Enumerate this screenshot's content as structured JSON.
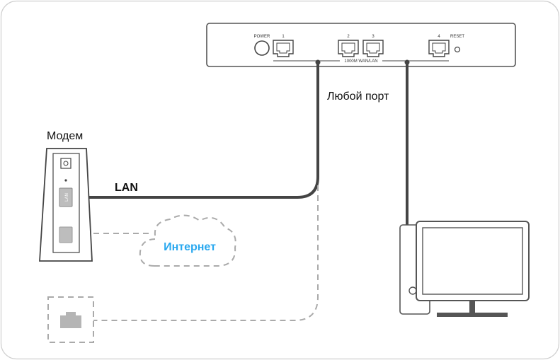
{
  "router": {
    "power_label": "POWER",
    "port_labels": [
      "1",
      "2",
      "3",
      "4"
    ],
    "reset_label": "RESET",
    "group_label": "1000M WAN/LAN"
  },
  "labels": {
    "any_port": "Любой порт",
    "modem": "Модем",
    "lan": "LAN",
    "internet": "Интернет",
    "modem_port_lan": "LAN"
  },
  "colors": {
    "cable_solid": "#444444",
    "cable_dashed": "#aaaaaa",
    "internet_text": "#29a8ef",
    "device_outline": "#555555",
    "device_inactive": "#b5b5b5"
  }
}
